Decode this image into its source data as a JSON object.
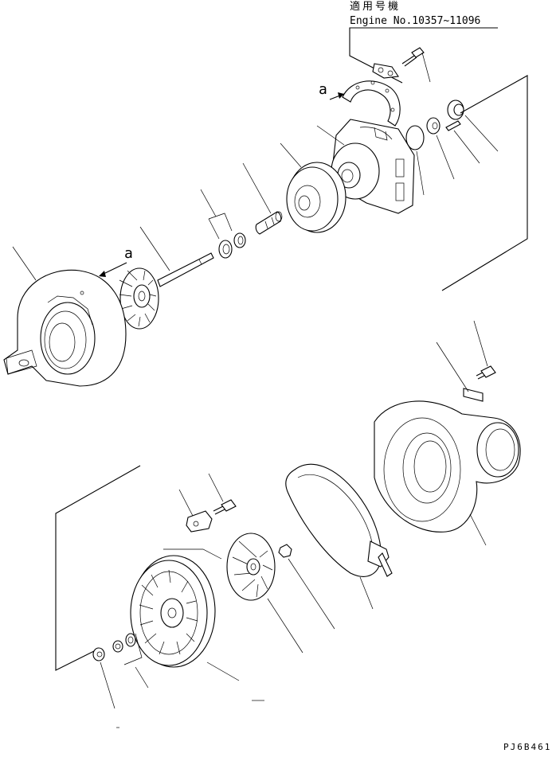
{
  "applicability": {
    "heading": "適用号機",
    "engine_range": "Engine No.10357~11096"
  },
  "view_markers": {
    "upper": "a",
    "lower": "a"
  },
  "drawing_code": "PJ6B461"
}
